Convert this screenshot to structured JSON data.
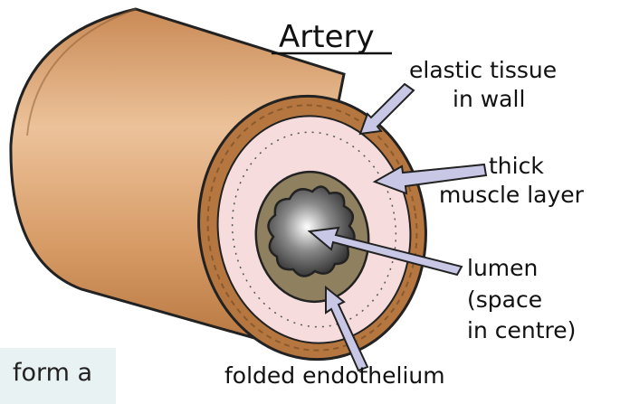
{
  "diagram": {
    "title": "Artery",
    "labels": {
      "elastic_line1": "elastic tissue",
      "elastic_line2": "in wall",
      "muscle_line1": "thick",
      "muscle_line2": "muscle layer",
      "lumen_line1": "lumen",
      "lumen_line2": "(space",
      "lumen_line3": "in centre)",
      "endothelium": "folded endothelium"
    }
  },
  "caption": {
    "partial_text": "form a"
  },
  "colors": {
    "outer_tube": "#d9a070",
    "elastic_wall": "#b5773f",
    "muscle_layer": "#f6dcdc",
    "endothelium": "#8f8060",
    "lumen_dark": "#3a3a3a",
    "arrow_fill": "#c8c8e6",
    "caption_bg": "#e9f2f2"
  }
}
